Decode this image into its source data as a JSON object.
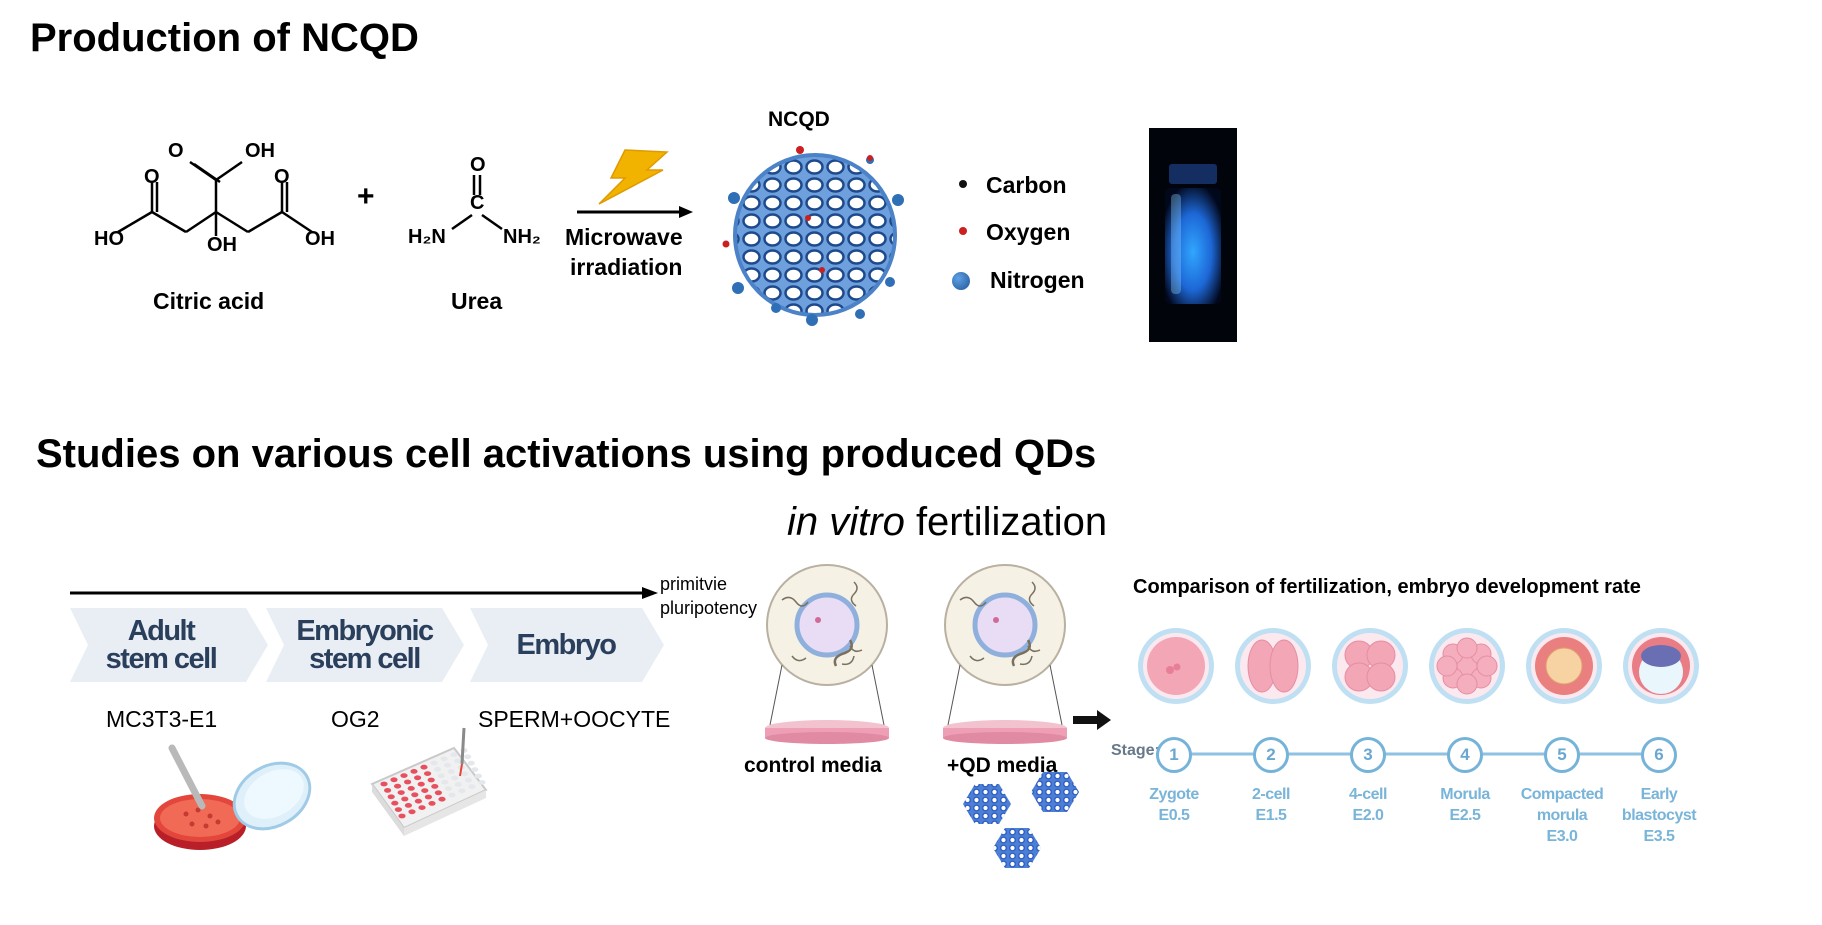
{
  "titles": {
    "production": "Production of NCQD",
    "studies": "Studies on various cell activations using produced QDs"
  },
  "reaction": {
    "citric_acid": {
      "name": "Citric acid",
      "atoms": {
        "o_top": "O",
        "oh_top": "OH",
        "o_left": "O",
        "o_right": "O",
        "ho_left": "HO",
        "oh_center": "OH",
        "oh_right": "OH"
      }
    },
    "plus": "+",
    "urea": {
      "name": "Urea",
      "atoms": {
        "o": "O",
        "c": "C",
        "h2n": "H₂N",
        "nh2": "NH₂"
      }
    },
    "condition_line1": "Microwave",
    "condition_line2": "irradiation",
    "product_label": "NCQD",
    "legend": [
      {
        "label": "Carbon",
        "color": "#111111"
      },
      {
        "label": "Oxygen",
        "color": "#cc1f1f"
      },
      {
        "label": "Nitrogen",
        "color": "#2f6fb5"
      }
    ]
  },
  "pathway": {
    "arrow_label_line1": "primitvie",
    "arrow_label_line2": "pluripotency",
    "stages": [
      {
        "line1": "Adult",
        "line2": "stem cell",
        "cell": "MC3T3-E1"
      },
      {
        "line1": "Embryonic",
        "line2": "stem cell",
        "cell": "OG2"
      },
      {
        "line1": "Embryo",
        "line2": "",
        "cell": "SPERM+OOCYTE"
      }
    ]
  },
  "ivf": {
    "title_italic": "in vitro",
    "title_rest": "fertilization",
    "groups": [
      "control media",
      "+QD media"
    ]
  },
  "development": {
    "title": "Comparison of fertilization, embryo development rate",
    "stage_label": "Stage:",
    "stages": [
      {
        "num": "1",
        "name": "Zygote\nE0.5"
      },
      {
        "num": "2",
        "name": "2-cell\nE1.5"
      },
      {
        "num": "3",
        "name": "4-cell\nE2.0"
      },
      {
        "num": "4",
        "name": "Morula\nE2.5"
      },
      {
        "num": "5",
        "name": "Compacted\nmorula\nE3.0"
      },
      {
        "num": "6",
        "name": "Early\nblastocyst\nE3.5"
      }
    ]
  }
}
